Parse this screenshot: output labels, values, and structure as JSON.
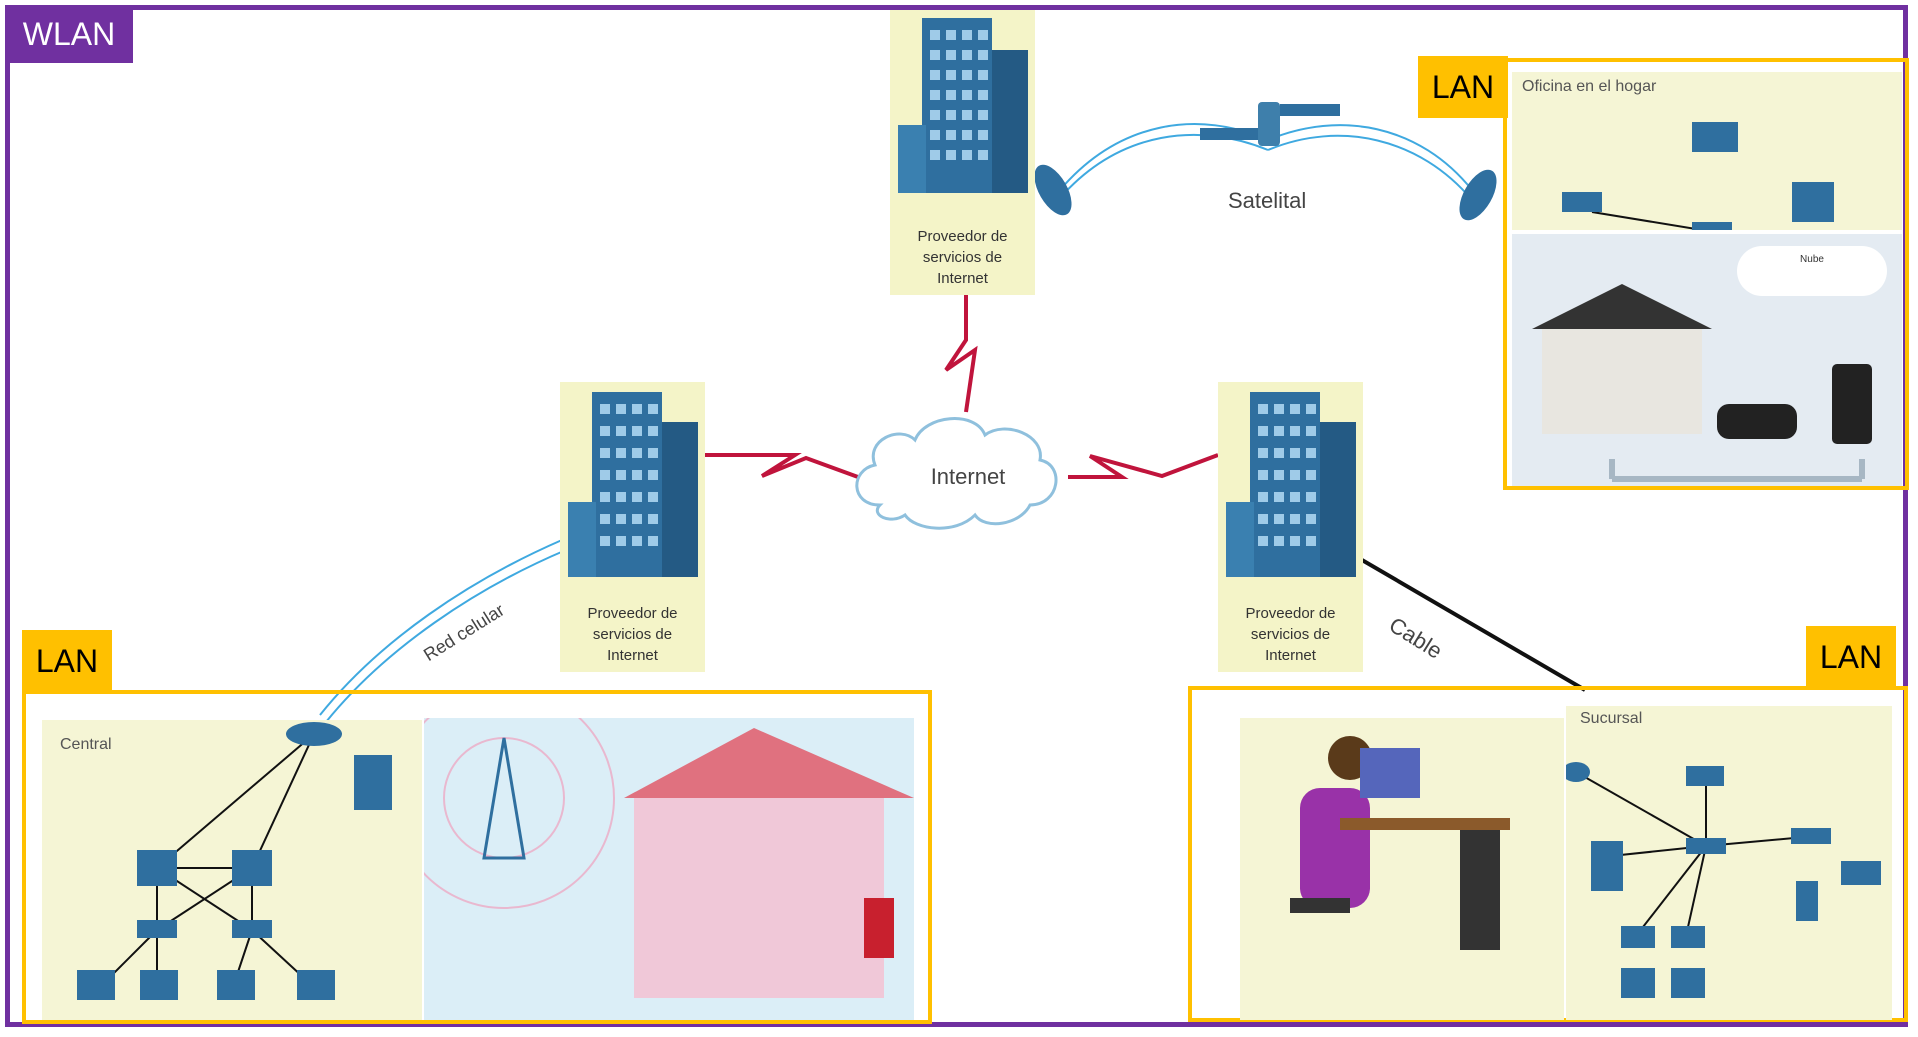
{
  "wlan_label": "WLAN",
  "lan_label": "LAN",
  "internet_label": "Internet",
  "isp": {
    "line1": "Proveedor de",
    "line2": "servicios de",
    "line3": "Internet"
  },
  "links": {
    "satellite": "Satelital",
    "cellular": "Red celular",
    "cable": "Cable"
  },
  "panels": {
    "home_office": "Oficina en el hogar",
    "cloud": "Nube",
    "headquarters": "Central",
    "branch": "Sucursal"
  },
  "colors": {
    "wlan_border": "#7030a0",
    "lan_border": "#ffc000",
    "wan_link": "#c0143c",
    "building": "#2f6f9f",
    "wave": "#3fa9e0"
  }
}
